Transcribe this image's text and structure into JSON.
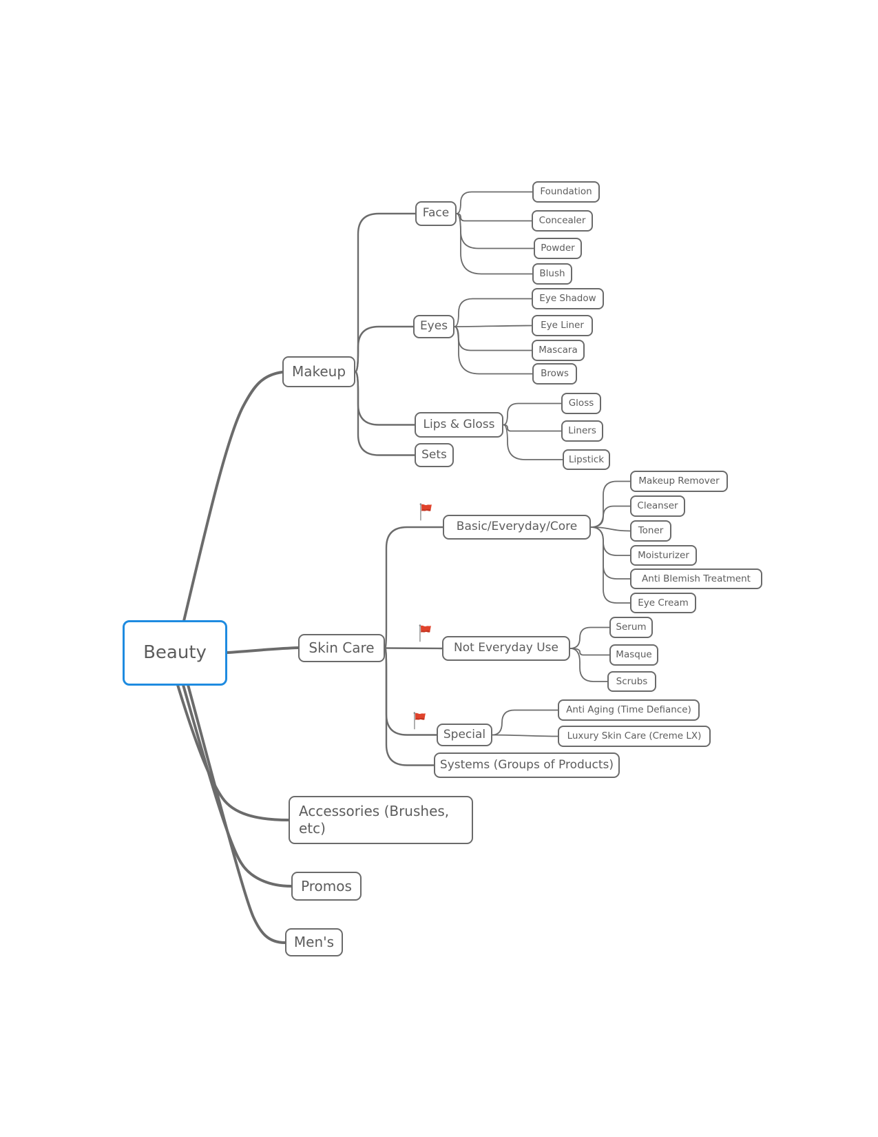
{
  "app": {
    "type": "mind-map"
  },
  "colors": {
    "root_border": "#1e8be0",
    "node_border": "#6a6a6a",
    "edge": "#6b6b6b",
    "text": "#5c5c5c",
    "flag": "#e0432c",
    "background": "#ffffff"
  },
  "root": "beauty",
  "nodes": {
    "beauty": {
      "label": "Beauty",
      "children": [
        "makeup",
        "skincare",
        "accessories",
        "promos",
        "mens"
      ]
    },
    "makeup": {
      "label": "Makeup",
      "children": [
        "face",
        "eyes",
        "lipsgloss",
        "sets"
      ]
    },
    "face": {
      "label": "Face",
      "children": [
        "foundation",
        "concealer",
        "powder",
        "blush"
      ]
    },
    "foundation": {
      "label": "Foundation"
    },
    "concealer": {
      "label": "Concealer"
    },
    "powder": {
      "label": "Powder"
    },
    "blush": {
      "label": "Blush"
    },
    "eyes": {
      "label": "Eyes",
      "children": [
        "eyeshadow",
        "eyeliner",
        "mascara",
        "brows"
      ]
    },
    "eyeshadow": {
      "label": "Eye Shadow"
    },
    "eyeliner": {
      "label": "Eye Liner"
    },
    "mascara": {
      "label": "Mascara"
    },
    "brows": {
      "label": "Brows"
    },
    "lipsgloss": {
      "label": "Lips & Gloss",
      "children": [
        "gloss",
        "liners",
        "lipstick"
      ]
    },
    "gloss": {
      "label": "Gloss"
    },
    "liners": {
      "label": "Liners"
    },
    "lipstick": {
      "label": "Lipstick"
    },
    "sets": {
      "label": "Sets"
    },
    "skincare": {
      "label": "Skin Care",
      "children": [
        "basic",
        "noteveryday",
        "special",
        "systems"
      ]
    },
    "basic": {
      "label": "Basic/Everyday/Core",
      "flagged": true,
      "children": [
        "makeupremover",
        "cleanser",
        "toner",
        "moisturizer",
        "antiblemish",
        "eyecream"
      ]
    },
    "makeupremover": {
      "label": "Makeup Remover"
    },
    "cleanser": {
      "label": "Cleanser"
    },
    "toner": {
      "label": "Toner"
    },
    "moisturizer": {
      "label": "Moisturizer"
    },
    "antiblemish": {
      "label": "Anti Blemish Treatment"
    },
    "eyecream": {
      "label": "Eye Cream"
    },
    "noteveryday": {
      "label": "Not Everyday Use",
      "flagged": true,
      "children": [
        "serum",
        "masque",
        "scrubs"
      ]
    },
    "serum": {
      "label": "Serum"
    },
    "masque": {
      "label": "Masque"
    },
    "scrubs": {
      "label": "Scrubs"
    },
    "special": {
      "label": "Special",
      "flagged": true,
      "children": [
        "antiaging",
        "luxury"
      ]
    },
    "antiaging": {
      "label": "Anti Aging (Time Defiance)"
    },
    "luxury": {
      "label": "Luxury Skin Care (Creme LX)"
    },
    "systems": {
      "label": "Systems (Groups of Products)"
    },
    "accessories": {
      "label": "Accessories (Brushes, etc)"
    },
    "promos": {
      "label": "Promos"
    },
    "mens": {
      "label": "Men's"
    }
  }
}
